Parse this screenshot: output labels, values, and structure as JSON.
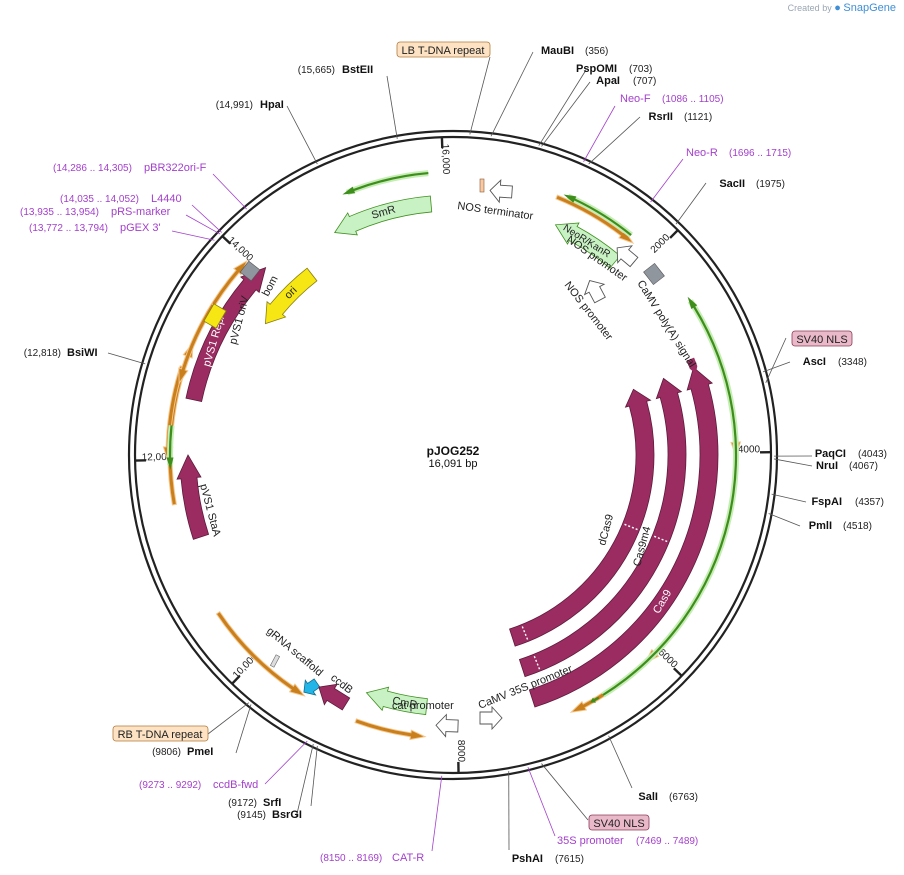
{
  "branding": {
    "created_by": "Created by",
    "product": "SnapGene"
  },
  "plasmid": {
    "name": "pJOG252",
    "length": "16,091 bp"
  },
  "ticks": [
    "16,000",
    "2000",
    "4000",
    "6000",
    "8000",
    "10,000",
    "12,000",
    "14,000"
  ],
  "enzymes": [
    {
      "name": "MauBI",
      "pos": "(356)"
    },
    {
      "name": "PspOMI",
      "pos": "(703)"
    },
    {
      "name": "ApaI",
      "pos": "(707)"
    },
    {
      "name": "RsrII",
      "pos": "(1121)"
    },
    {
      "name": "SacII",
      "pos": "(1975)"
    },
    {
      "name": "AscI",
      "pos": "(3348)"
    },
    {
      "name": "PaqCI",
      "pos": "(4043)"
    },
    {
      "name": "NruI",
      "pos": "(4067)"
    },
    {
      "name": "FspAI",
      "pos": "(4357)"
    },
    {
      "name": "PmlI",
      "pos": "(4518)"
    },
    {
      "name": "SalI",
      "pos": "(6763)"
    },
    {
      "name": "PshAI",
      "pos": "(7615)"
    },
    {
      "name": "SrfI",
      "pos": "(9172)"
    },
    {
      "name": "BsrGI",
      "pos": "(9145)"
    },
    {
      "name": "PmeI",
      "pos": "(9806)"
    },
    {
      "name": "BsiWI",
      "pos": "(12,818)"
    },
    {
      "name": "HpaI",
      "pos": "(14,991)"
    },
    {
      "name": "BstEII",
      "pos": "(15,665)"
    }
  ],
  "primers": [
    {
      "name": "Neo-F",
      "pos": "(1086 .. 1105)"
    },
    {
      "name": "Neo-R",
      "pos": "(1696 .. 1715)"
    },
    {
      "name": "35S promoter",
      "pos": "(7469 .. 7489)"
    },
    {
      "name": "CAT-R",
      "pos": "(8150 .. 8169)"
    },
    {
      "name": "ccdB-fwd",
      "pos": "(9273 .. 9292)"
    },
    {
      "name": "pBR322ori-F",
      "pos": "(14,286 .. 14,305)"
    },
    {
      "name": "L4440",
      "pos": "(14,035 .. 14,052)"
    },
    {
      "name": "pRS-marker",
      "pos": "(13,935 .. 13,954)"
    },
    {
      "name": "pGEX 3'",
      "pos": "(13,772 .. 13,794)"
    }
  ],
  "boxed_labels": {
    "lb": "LB T-DNA repeat",
    "rb": "RB T-DNA repeat",
    "sv40_a": "SV40 NLS",
    "sv40_b": "SV40 NLS"
  },
  "features": {
    "smr": "SmR",
    "ori": "ori",
    "neo": "NeoR/KanR",
    "cmr": "CmR",
    "repa": "pVS1 RepA",
    "cas9": "Cas9",
    "cas9m4": "Cas9m4",
    "dcas9": "dCas9",
    "bom": "bom",
    "orv": "pVS1 oriV",
    "staa": "pVS1 StaA",
    "nos_term": "NOS terminator",
    "nos_prom1": "NOS promoter",
    "nos_prom2": "NOS promoter",
    "camv_polya": "CaMV poly(A) signal",
    "camv35s": "CaMV 35S promoter",
    "cat_prom": "cat promoter",
    "grna": "gRNA scaffold",
    "ccdb": "ccdB"
  },
  "colors": {
    "backbone": "#222222",
    "cds_magenta": "#9b2c62",
    "marker_green": "#c8f2c4",
    "ori_yellow": "#f6e614",
    "primer_purple": "#a43fcc",
    "orf_orange": "#c87f1c",
    "boxed_orange": "#fde3c3",
    "boxed_pink": "#e9b8c9"
  }
}
